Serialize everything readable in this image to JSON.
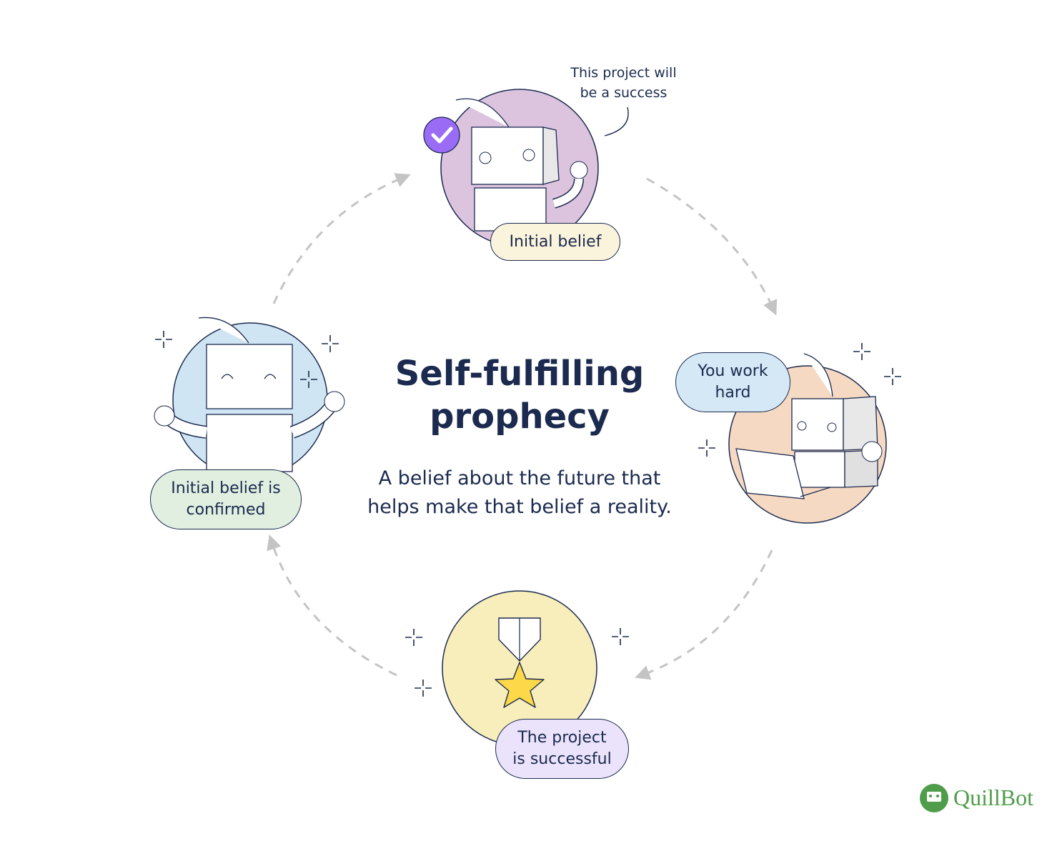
{
  "title": {
    "line1": "Self-fulfilling",
    "line2": "prophecy"
  },
  "subtitle": {
    "line1": "A belief about the future that",
    "line2": "helps make that belief a reality."
  },
  "speech": {
    "line1": "This project will",
    "line2": "be a success"
  },
  "steps": [
    {
      "label": "Initial belief",
      "color": "#fbf4dc",
      "circle": "#dcc3de"
    },
    {
      "label_line1": "You work",
      "label_line2": "hard",
      "color": "#d4e8f6",
      "circle": "#f5d9c3"
    },
    {
      "label_line1": "The project",
      "label_line2": "is successful",
      "color": "#ebe3fb",
      "circle": "#f8eebb"
    },
    {
      "label_line1": "Initial belief is",
      "label_line2": "confirmed",
      "color": "#e0efdf",
      "circle": "#cfe5f3"
    }
  ],
  "brand": {
    "name": "QuillBot",
    "color": "#4f9d4a"
  },
  "colors": {
    "ink": "#1b2a4e",
    "check": "#9a6cf5",
    "star": "#fdd94a",
    "arrow": "#c4c4c4"
  }
}
